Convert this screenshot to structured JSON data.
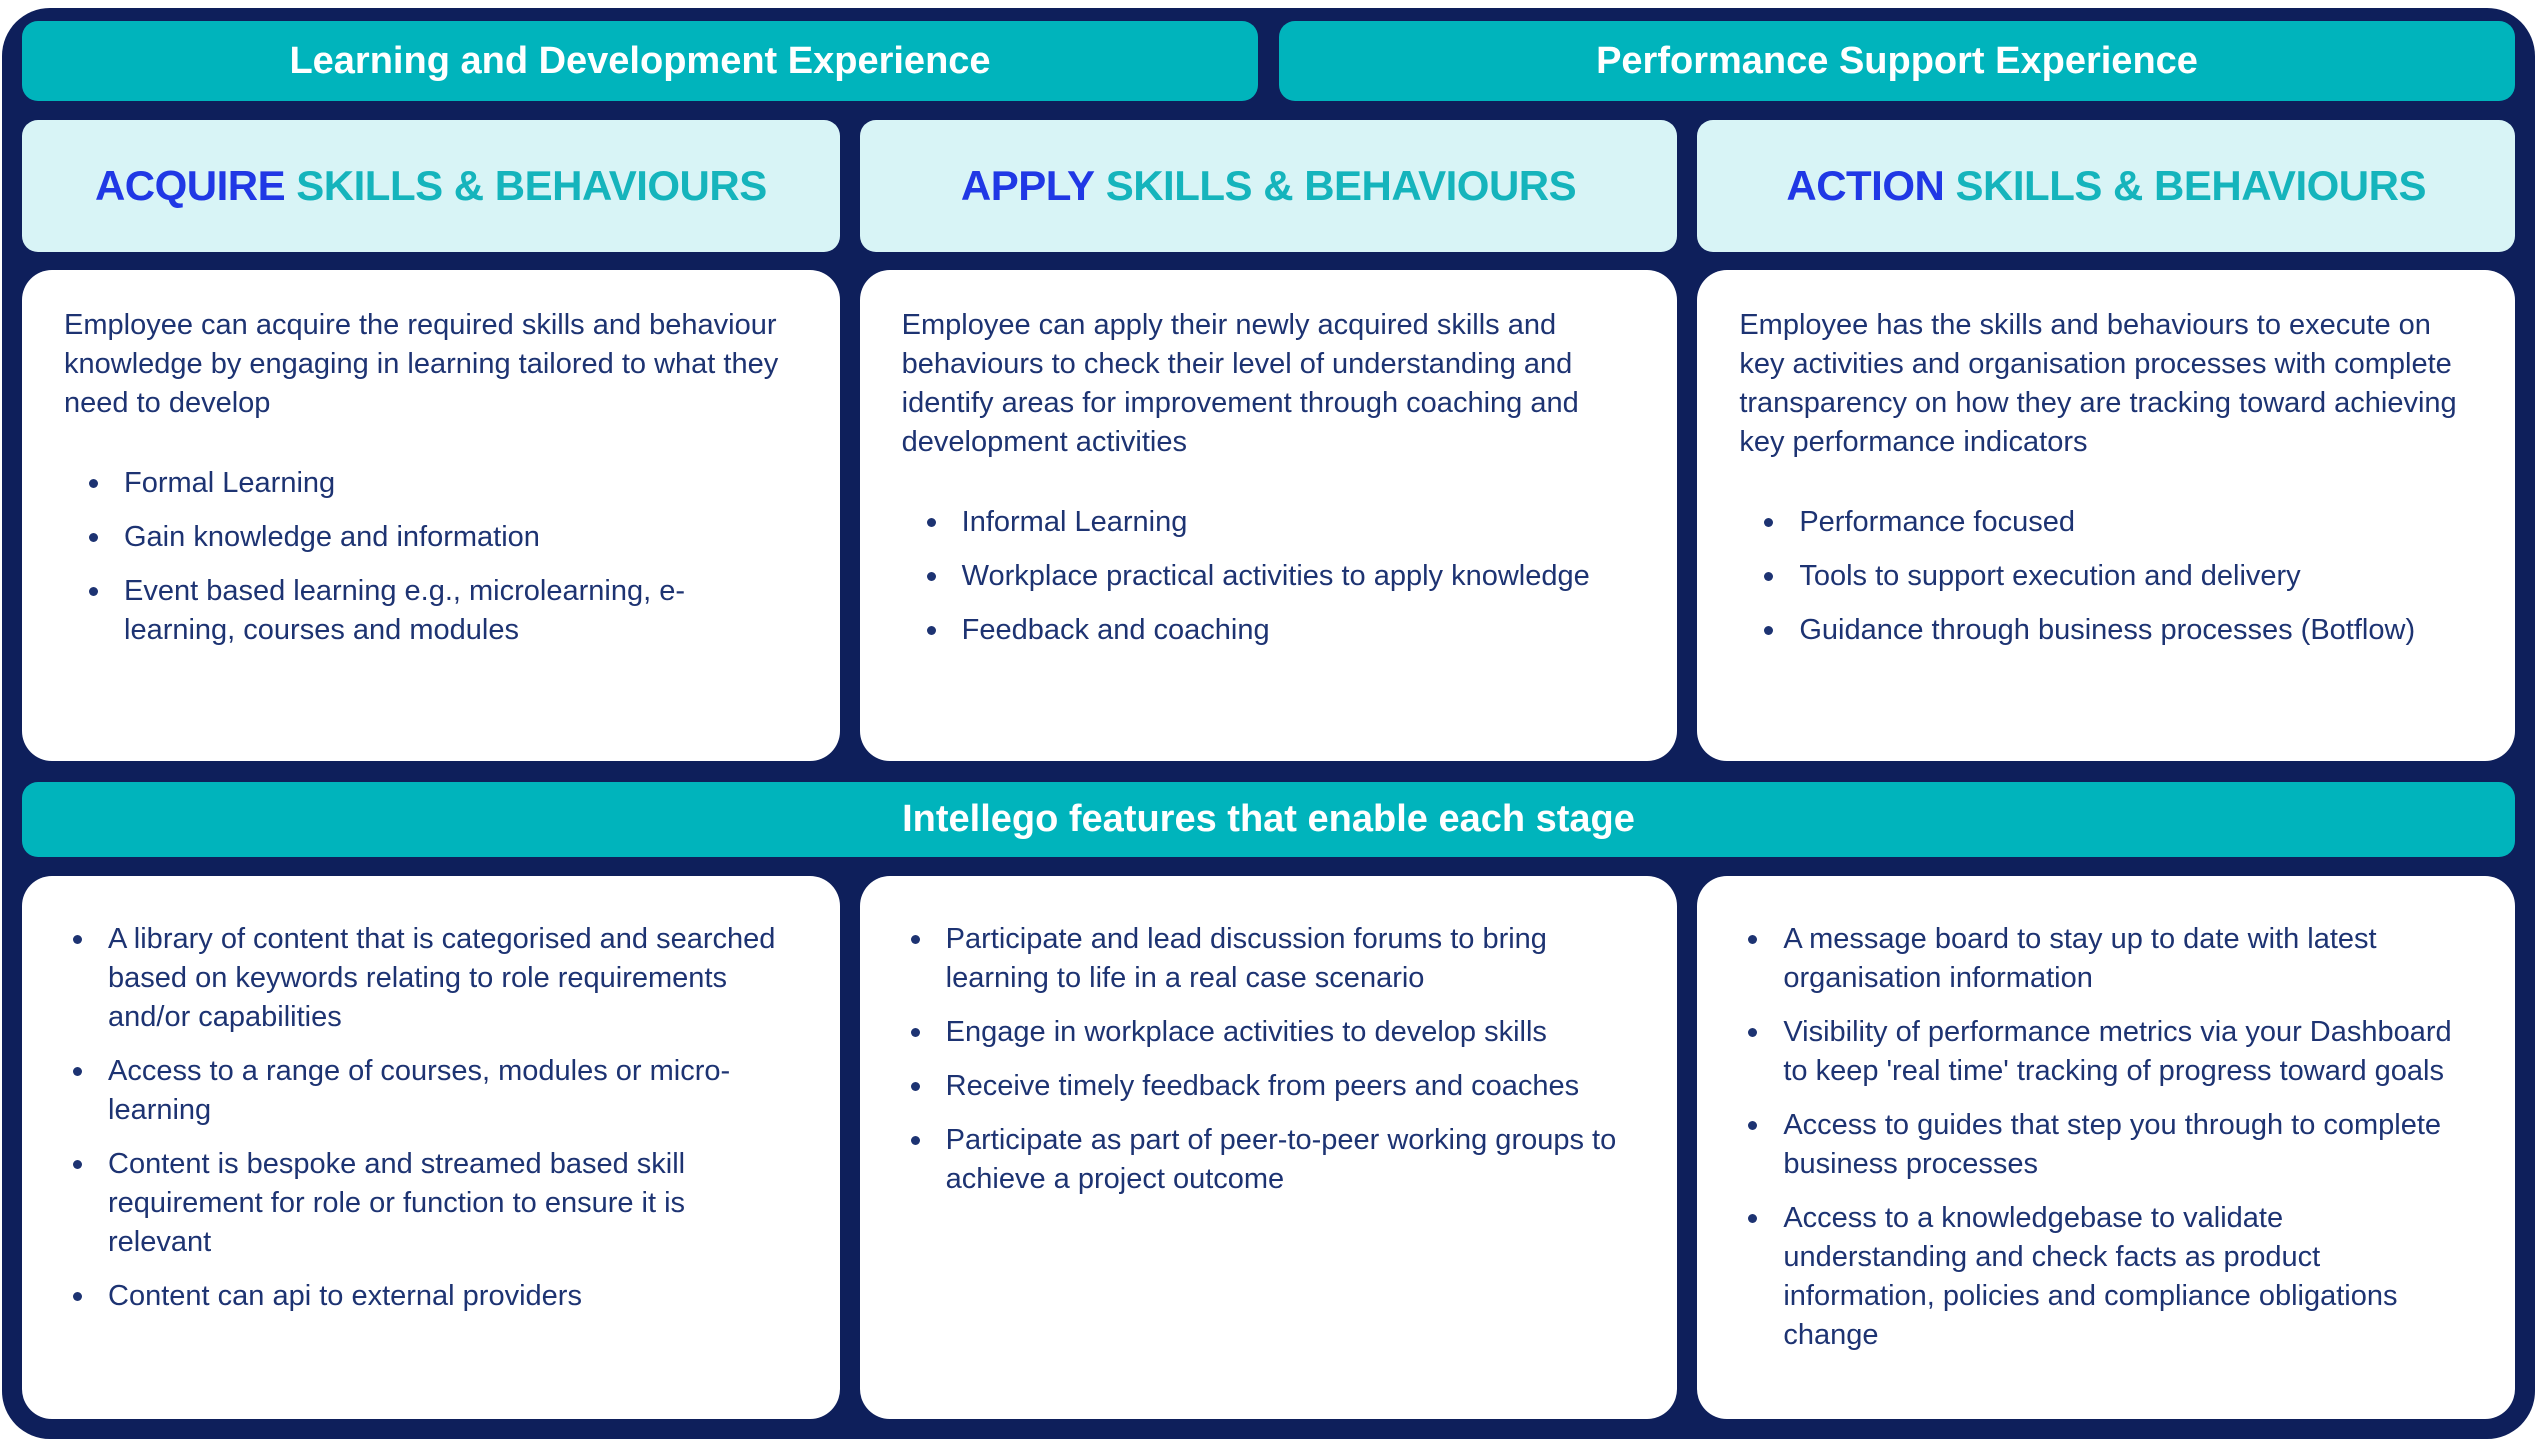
{
  "banners": {
    "learning": "Learning and Development Experience",
    "performance": "Performance Support Experience",
    "features": "Intellego features that enable each stage"
  },
  "columns": [
    {
      "header": {
        "highlight": "ACQUIRE",
        "rest": " SKILLS & BEHAVIOURS"
      },
      "description": "Employee can acquire the required skills and behaviour knowledge by engaging in learning tailored to what they need to develop",
      "bullets": [
        "Formal Learning",
        "Gain knowledge and information",
        "Event based learning e.g., microlearning, e-learning, courses and modules"
      ],
      "features": [
        "A library of content that is categorised and searched based on keywords relating to role requirements and/or capabilities",
        "Access to a range of courses, modules or micro- learning",
        "Content is bespoke and streamed based skill requirement for role or function to ensure it is relevant",
        "Content can api to external providers"
      ]
    },
    {
      "header": {
        "highlight": "APPLY",
        "rest": " SKILLS & BEHAVIOURS"
      },
      "description": "Employee can apply their newly acquired skills and behaviours to check their level of understanding and identify areas for improvement through coaching and development activities",
      "bullets": [
        "Informal Learning",
        "Workplace practical activities to apply knowledge",
        "Feedback and coaching"
      ],
      "features": [
        "Participate and lead discussion forums to bring learning to life in a real case scenario",
        "Engage in workplace activities to develop skills",
        "Receive timely feedback from peers and coaches",
        "Participate as part of peer-to-peer working groups to achieve a project outcome"
      ]
    },
    {
      "header": {
        "highlight": "ACTION",
        "rest": " SKILLS & BEHAVIOURS"
      },
      "description": "Employee has the skills and behaviours to execute on key activities and organisation processes with complete transparency on how they are tracking toward achieving key performance indicators",
      "bullets": [
        "Performance focused",
        "Tools to support execution and delivery",
        "Guidance through business processes (Botflow)"
      ],
      "features": [
        "A message board to stay up to date with latest organisation information",
        "Visibility of performance metrics via your Dashboard to keep 'real time' tracking of progress toward goals",
        "Access to guides that step you through to complete business processes",
        "Access to a knowledgebase to validate understanding and check facts as product information, policies and compliance obligations change"
      ]
    }
  ],
  "colors": {
    "background_navy": "#0e1f5b",
    "teal": "#00b4bc",
    "light_cyan": "#d8f4f6",
    "card_white": "#ffffff",
    "accent_blue": "#2038e5",
    "accent_teal": "#15b4bc",
    "text_navy": "#1d3372",
    "banner_text": "#ffffff"
  }
}
